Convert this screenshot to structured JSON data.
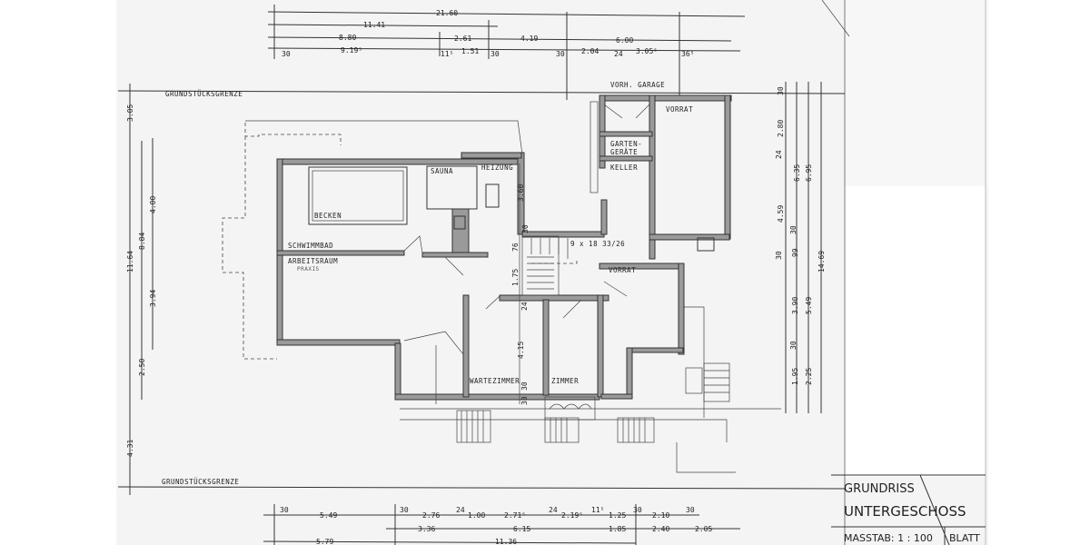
{
  "drawing": {
    "boundary_label": "GRUNDSTÜCKSGRENZE",
    "rooms": {
      "vorh_garage": "VORH. GARAGE",
      "vorrat_top": "VORRAT",
      "gartengeraete_1": "GARTEN-",
      "gartengeraete_2": "GERÄTE",
      "keller": "KELLER",
      "sauna": "SAUNA",
      "heizung": "HEIZUNG",
      "becken": "BECKEN",
      "schwimmbad": "SCHWIMMBAD",
      "arbeitsraum": "ARBEITSRAUM",
      "praxis": "PRAXIS",
      "vorrat_mid": "VORRAT",
      "wartezimmer": "WARTEZIMMER",
      "zimmer": "ZIMMER"
    },
    "stair_label": "9 x 18 33/26",
    "interior_dims": [
      "3.60",
      "30",
      "76",
      "1.75",
      "24",
      "4.15",
      "30",
      "30"
    ],
    "top_dims": {
      "row1": [
        "21.60"
      ],
      "row2": [
        "11.41"
      ],
      "row3": [
        "8.80",
        "2.61",
        "4.19",
        "6.00"
      ],
      "row4": [
        "30",
        "9.19⁵",
        "11⁵",
        "1.51",
        "30",
        "30",
        "2.04",
        "24",
        "3.05⁵",
        "36⁵"
      ]
    },
    "bottom_dims": {
      "row1": [
        "30",
        "5.49",
        "30",
        "2.76",
        "24",
        "1.00",
        "2.71⁵",
        "24",
        "2.19⁵",
        "11⁵",
        "1.25",
        "30",
        "2.10",
        "30"
      ],
      "row2": [
        "3.36",
        "6.15",
        "1.85",
        "2.40",
        "2.05"
      ],
      "row3": [
        "5.79",
        "11.36"
      ]
    },
    "left_dims": [
      "3.05",
      "11.64",
      "8.84",
      "4.00",
      "3.94",
      "2.50",
      "4.31"
    ],
    "right_dims": [
      "30",
      "2.80",
      "24",
      "6.35",
      "6.95",
      "4.59",
      "30",
      "30",
      "99",
      "14.69",
      "3.90",
      "5.49",
      "30",
      "1.95",
      "2.25"
    ]
  },
  "title_block": {
    "line1": "GRUNDRISS",
    "line2": "UNTERGESCHOSS",
    "scale": "MASSTAB:  1 : 100",
    "sheet": "BLATT"
  },
  "colors": {
    "paper": "#f3f3f3",
    "wall_fill": "#9a9a9a",
    "ink": "#222222"
  }
}
